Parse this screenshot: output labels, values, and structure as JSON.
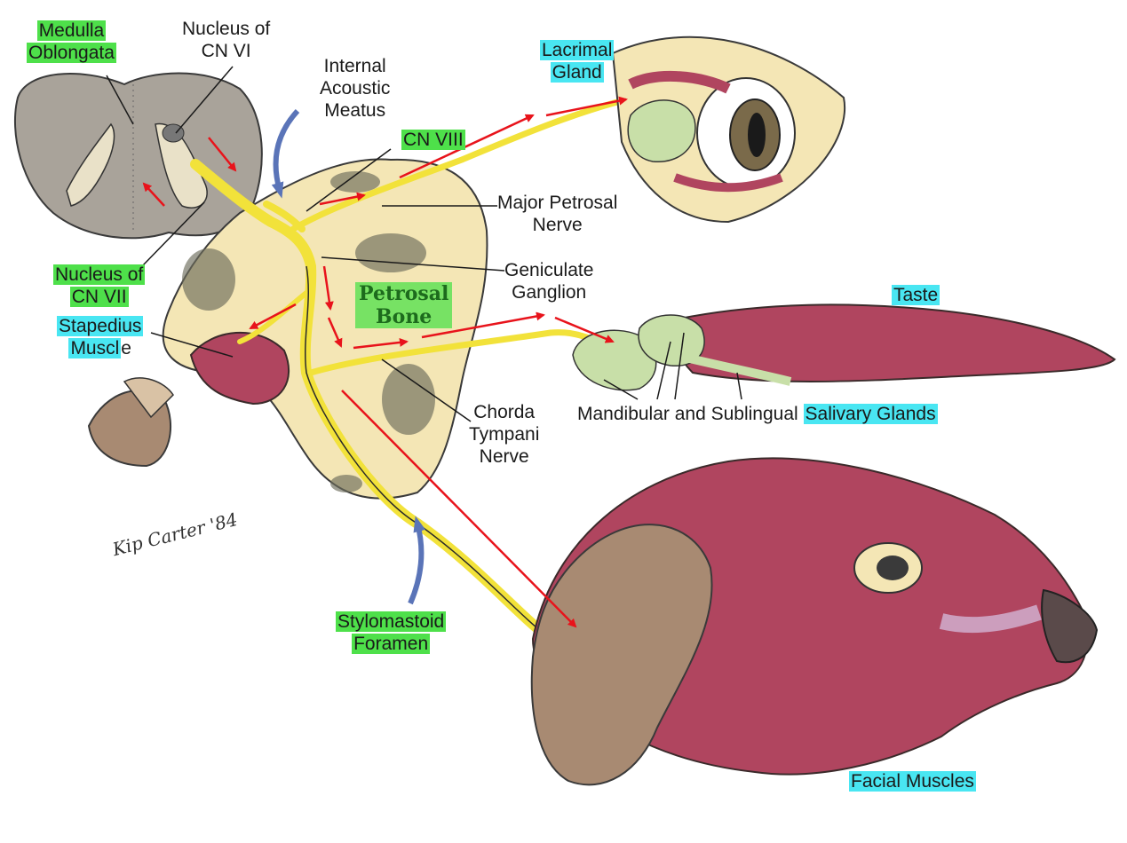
{
  "labels": {
    "medulla": [
      "Medulla",
      "Oblongata"
    ],
    "nucleus_vi": [
      "Nucleus of",
      "CN VI"
    ],
    "internal_acoustic": [
      "Internal",
      "Acoustic",
      "Meatus"
    ],
    "cn_viii": "CN VIII",
    "lacrimal": [
      "Lacrimal",
      "Gland"
    ],
    "major_petrosal": [
      "Major Petrosal",
      "Nerve"
    ],
    "geniculate": [
      "Geniculate",
      "Ganglion"
    ],
    "nucleus_vii": [
      "Nucleus of",
      "CN VII"
    ],
    "petrosal_bone": [
      "Petrosal",
      "Bone"
    ],
    "stapedius": [
      "Stapedius",
      "Muscl",
      "e"
    ],
    "taste": "Taste",
    "mandibular_prefix": "Mandibular and Sublingual ",
    "mandibular_highlight": "Salivary Glands",
    "chorda": [
      "Chorda",
      "Tympani",
      "Nerve"
    ],
    "stylomastoid": [
      "Stylomastoid",
      "Foramen"
    ],
    "facial_muscles": "Facial Muscles",
    "signature": "Kip Carter '84"
  },
  "colors": {
    "highlight_green": "#4ee04a",
    "highlight_cyan": "#49e6f2",
    "nerve": "#f2e23a",
    "arrow": "#e8131b",
    "muscle": "#b0455f",
    "bone": "#f4e6b5",
    "brain": "#a9a39a",
    "gland": "#c8dfa8",
    "skin": "#a88a72"
  }
}
